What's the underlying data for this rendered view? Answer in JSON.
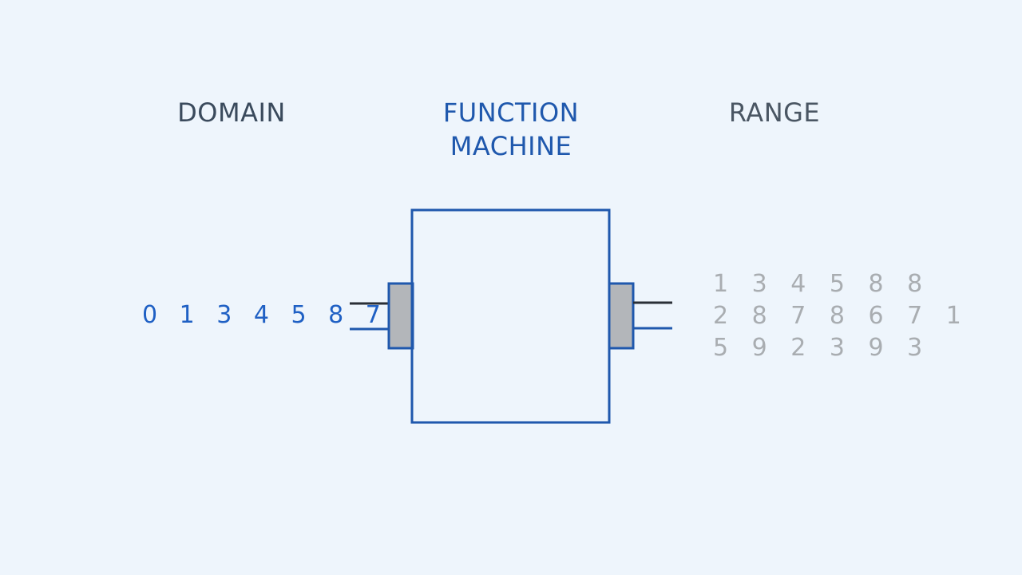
{
  "headings": {
    "domain": "DOMAIN",
    "function_line1": "FUNCTION",
    "function_line2": "MACHINE",
    "range": "RANGE"
  },
  "domain_values": "0 1 3 4 5 8 7",
  "range_values": [
    "1 3 4 5 8 8",
    "2 8 7 8 6 7 1",
    "5 9 2 3 9 3"
  ],
  "colors": {
    "background": "#eef5fc",
    "machine_outline": "#1f58ad",
    "port_fill": "#b3b6ba",
    "domain_text": "#1f60c4",
    "range_text": "#a9adb1"
  }
}
